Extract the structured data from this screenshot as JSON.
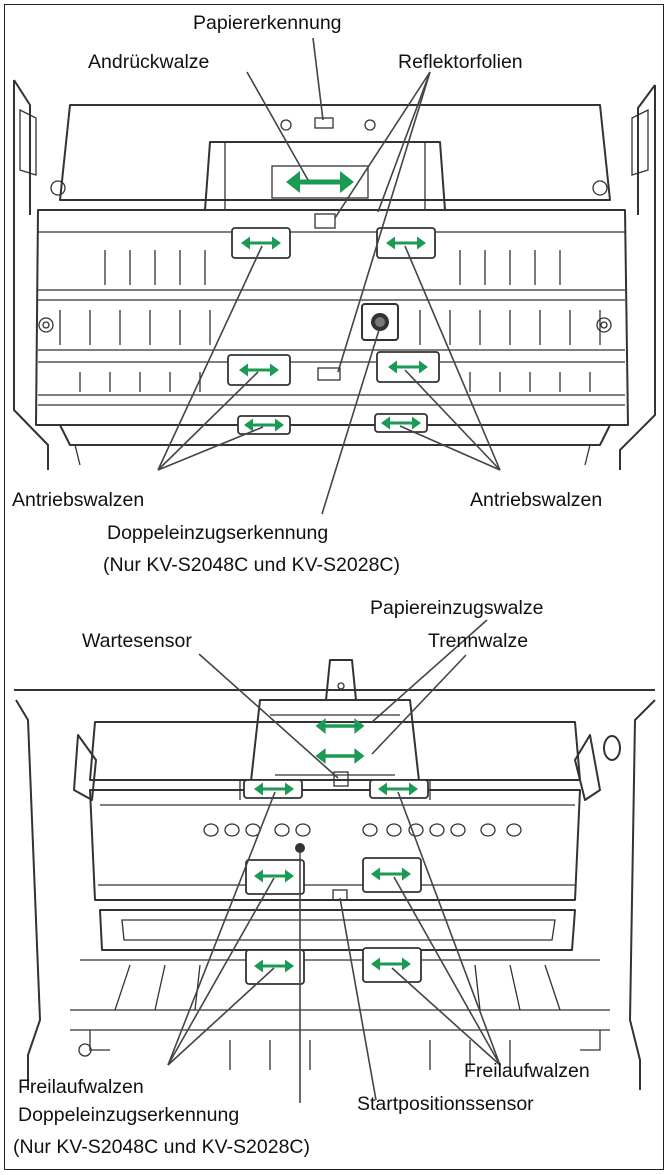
{
  "top_view": {
    "labels": {
      "paper_detection": "Papiererkennung",
      "pressure_roller": "Andrückwalze",
      "reflector_foils": "Reflektorfolien",
      "drive_rollers_left": "Antriebswalzen",
      "drive_rollers_right": "Antriebswalzen",
      "double_feed_detection": "Doppeleinzugserkennung",
      "double_feed_note": "(Nur KV-S2048C und KV-S2028C)"
    }
  },
  "bottom_view": {
    "labels": {
      "paper_feed_roller": "Papiereinzugswalze",
      "separation_roller": "Trennwalze",
      "waiting_sensor": "Wartesensor",
      "free_rollers_left": "Freilaufwalzen",
      "free_rollers_right": "Freilaufwalzen",
      "start_position_sensor": "Startpositionssensor",
      "double_feed_detection": "Doppeleinzugserkennung",
      "double_feed_note": "(Nur KV-S2048C und KV-S2028C)"
    }
  },
  "colors": {
    "arrow": "#1a9a52",
    "lines": "#444444",
    "border": "#222222"
  }
}
